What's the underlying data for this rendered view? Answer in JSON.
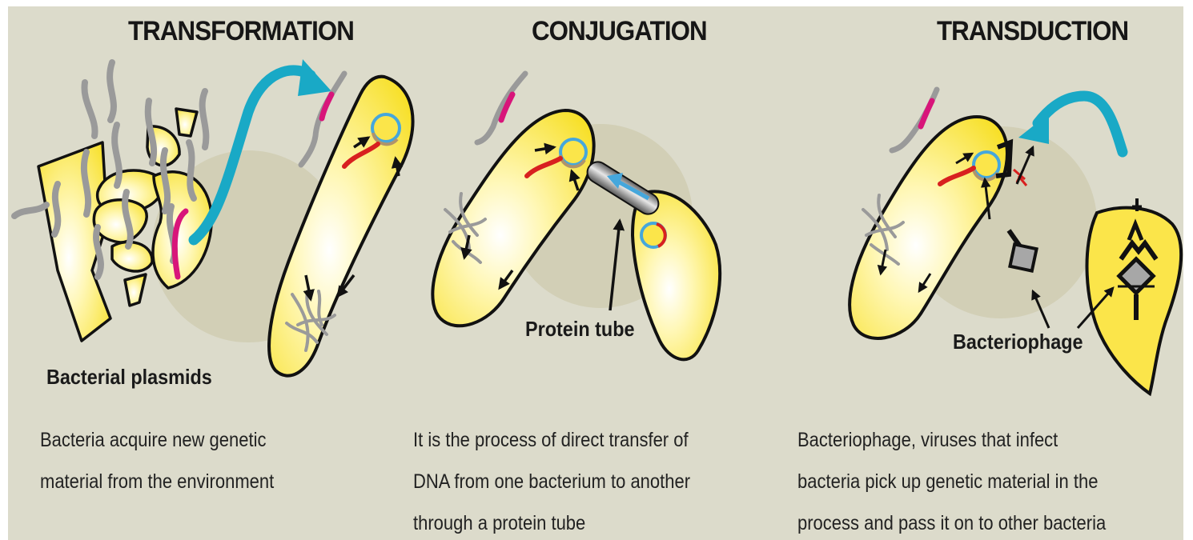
{
  "panels": [
    {
      "title": "TRANSFORMATION",
      "label": "Bacterial plasmids",
      "description": [
        "Bacteria acquire new genetic",
        "material from the environment"
      ]
    },
    {
      "title": "CONJUGATION",
      "label": "Protein tube",
      "description": [
        "It is the process of direct transfer of",
        "DNA from one bacterium to another",
        "through a protein tube"
      ]
    },
    {
      "title": "TRANSDUCTION",
      "label": "Bacteriophage",
      "description": [
        "Bacteriophage, viruses that infect",
        "bacteria pick up genetic material in the",
        "process and pass it on to other bacteria"
      ]
    }
  ],
  "colors": {
    "background": "#dcdbcb",
    "cell_fill": "#fbe54a",
    "plasmid_blue": "#45a7dc",
    "transfer_arrow": "#19a9c6",
    "dna_gray": "#9a9a9a",
    "gene_magenta": "#d8157a",
    "gene_red": "#d8201f"
  }
}
